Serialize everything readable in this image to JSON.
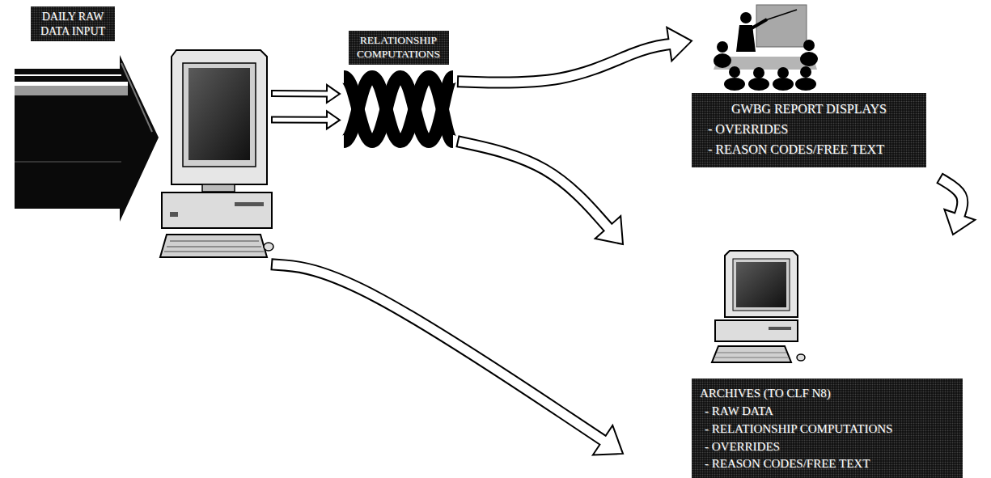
{
  "diagram": {
    "nodes": [
      {
        "text": [
          "DAILY RAW DATA INPUT"
        ]
      },
      {
        "text": [
          "RELATIONSHIP COMPUTATIONS"
        ]
      },
      {
        "text": [
          "GWBG REPORT DISPLAYS",
          "- OVERRIDES",
          "- REASON CODES/FREE TEXT"
        ]
      },
      {
        "text": [
          "ARCHIVES (TO CLF N8)",
          "- RAW DATA",
          "- RELATIONSHIP COMPUTATIONS",
          "- OVERRIDES",
          "- REASON CODES/FREE TEXT"
        ]
      }
    ],
    "edges": [
      {
        "from": 0,
        "to": 1,
        "arrow": "to"
      },
      {
        "from": 0,
        "to": 1,
        "arrow": "to"
      },
      {
        "from": 0,
        "to": 3,
        "arrow": "to"
      },
      {
        "from": 1,
        "to": 2,
        "arrow": "to"
      },
      {
        "from": 1,
        "to": 3,
        "arrow": "to"
      },
      {
        "from": 2,
        "to": 3,
        "arrow": "to"
      }
    ]
  }
}
